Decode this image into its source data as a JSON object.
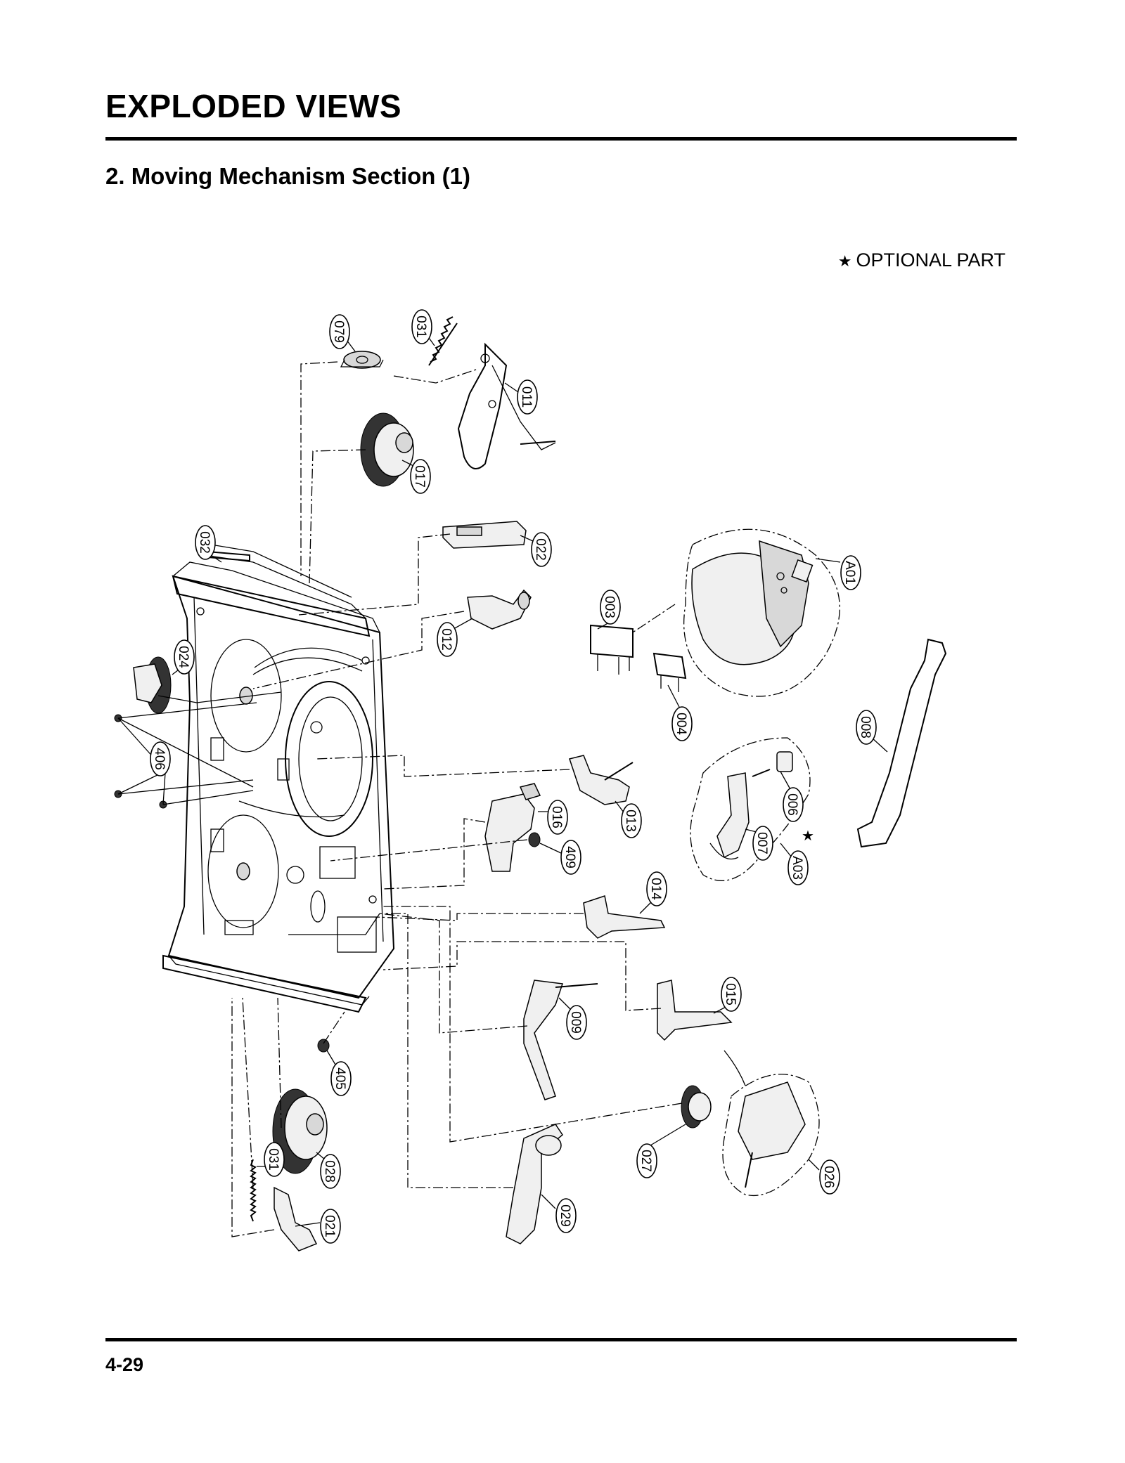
{
  "header": {
    "title": "EXPLODED VIEWS",
    "subtitle": "2. Moving Mechanism Section (1)"
  },
  "legend": {
    "star_icon": "star-icon",
    "text": "OPTIONAL PART"
  },
  "callouts": {
    "c079": "079",
    "c031a": "031",
    "c011": "011",
    "c017": "017",
    "c032": "032",
    "c022": "022",
    "cA01": "A01",
    "c012": "012",
    "c003": "003",
    "c024": "024",
    "c004": "004",
    "c008": "008",
    "c406": "406",
    "c013": "013",
    "c016": "016",
    "c006": "006",
    "c007": "007",
    "cA03": "A03",
    "c409": "409",
    "c014": "014",
    "c009": "009",
    "c015": "015",
    "c405": "405",
    "c027": "027",
    "c026": "026",
    "c031b": "031",
    "c028": "028",
    "c021": "021",
    "c029": "029"
  },
  "footer": {
    "page_number": "4-29"
  }
}
